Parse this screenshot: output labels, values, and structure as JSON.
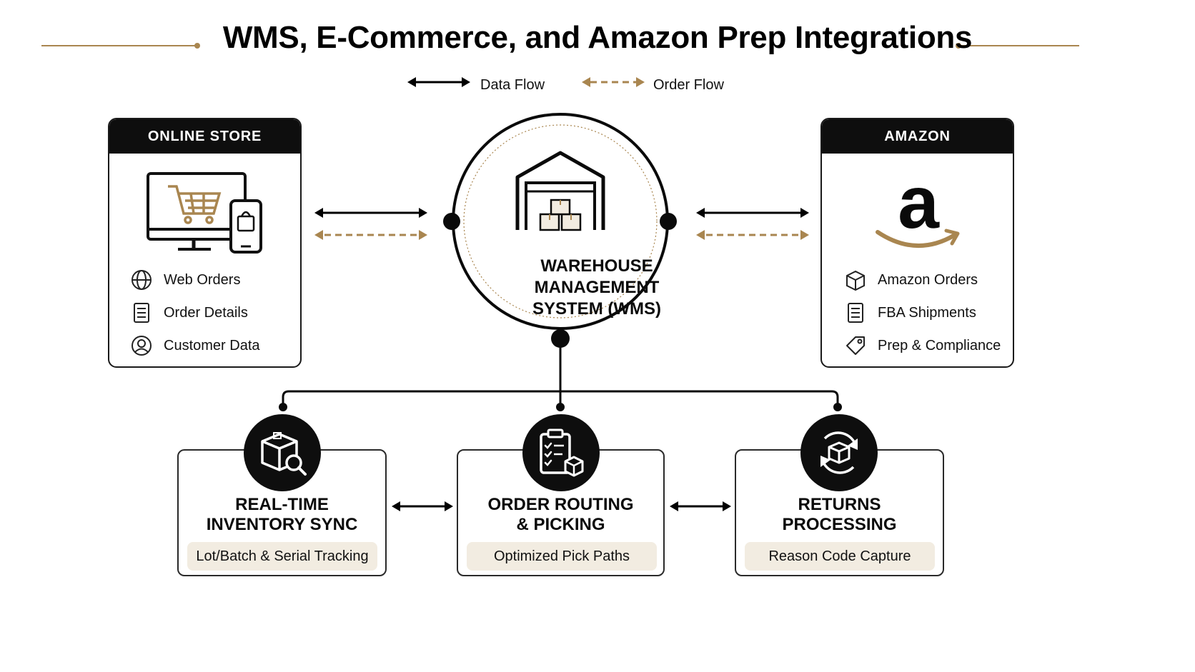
{
  "title": "WMS, E-Commerce, and Amazon Prep Integrations",
  "legend": {
    "data_flow": "Data Flow",
    "order_flow": "Order Flow"
  },
  "colors": {
    "accent_gold": "#a98650",
    "dark": "#0e0e0e",
    "pill_bg": "#f2ece1"
  },
  "online_store": {
    "header": "ONLINE STORE",
    "items": [
      {
        "icon": "globe-icon",
        "label": "Web Orders"
      },
      {
        "icon": "list-icon",
        "label": "Order Details"
      },
      {
        "icon": "user-icon",
        "label": "Customer Data"
      }
    ]
  },
  "amazon": {
    "header": "AMAZON",
    "items": [
      {
        "icon": "box-icon",
        "label": "Amazon Orders"
      },
      {
        "icon": "list-icon",
        "label": "FBA Shipments"
      },
      {
        "icon": "tag-icon",
        "label": "Prep & Compliance"
      }
    ]
  },
  "wms": {
    "lines": [
      "WAREHOUSE",
      "MANAGEMENT",
      "SYSTEM (WMS)"
    ]
  },
  "modules": [
    {
      "icon": "box-search-icon",
      "title_lines": [
        "REAL-TIME",
        "INVENTORY SYNC"
      ],
      "feature": "Lot/Batch & Serial Tracking"
    },
    {
      "icon": "clipboard-check-icon",
      "title_lines": [
        "ORDER ROUTING",
        "& PICKING"
      ],
      "feature": "Optimized Pick Paths"
    },
    {
      "icon": "box-refresh-icon",
      "title_lines": [
        "RETURNS",
        "PROCESSING"
      ],
      "feature": "Reason Code Capture"
    }
  ]
}
